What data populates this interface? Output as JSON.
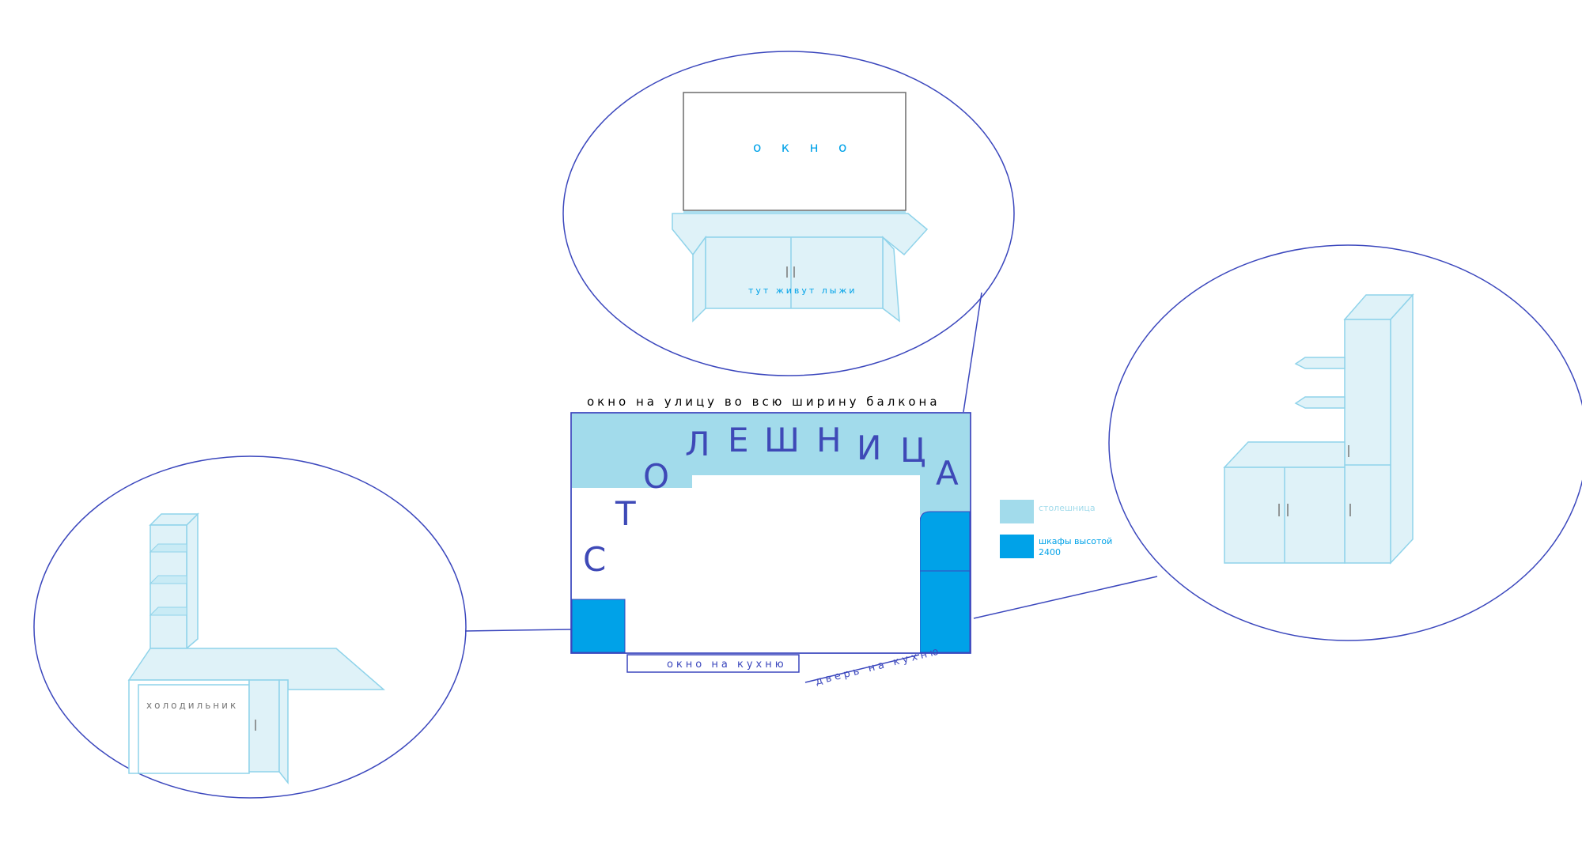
{
  "colors": {
    "countertop": "#a2dbeb",
    "cabinet": "#00a2e8",
    "outline": "#3b47bd",
    "furniture_fill": "#dff2f8",
    "furniture_stroke": "#8fd3ea",
    "text_dark": "#000000",
    "text_accent": "#00a2e8",
    "text_letters": "#3e49b7"
  },
  "plan": {
    "top_label": "окно на улицу во всю ширину балкона",
    "countertop_word": [
      "С",
      "Т",
      "О",
      "Л",
      "Е",
      "Ш",
      "Н",
      "И",
      "Ц",
      "А"
    ],
    "kitchen_window_label": "окно на кухню",
    "kitchen_door_label": "дверь на кухню"
  },
  "legend": {
    "countertop_label": "столешница",
    "cabinets_label_line1": "шкафы высотой",
    "cabinets_label_line2": "2400"
  },
  "detail_top": {
    "window_label": "о к н о",
    "cabinet_label": "тут живут лыжи"
  },
  "detail_left": {
    "fridge_label": "холодильник"
  },
  "icons": {
    "pointer": "connector-line-icon"
  }
}
